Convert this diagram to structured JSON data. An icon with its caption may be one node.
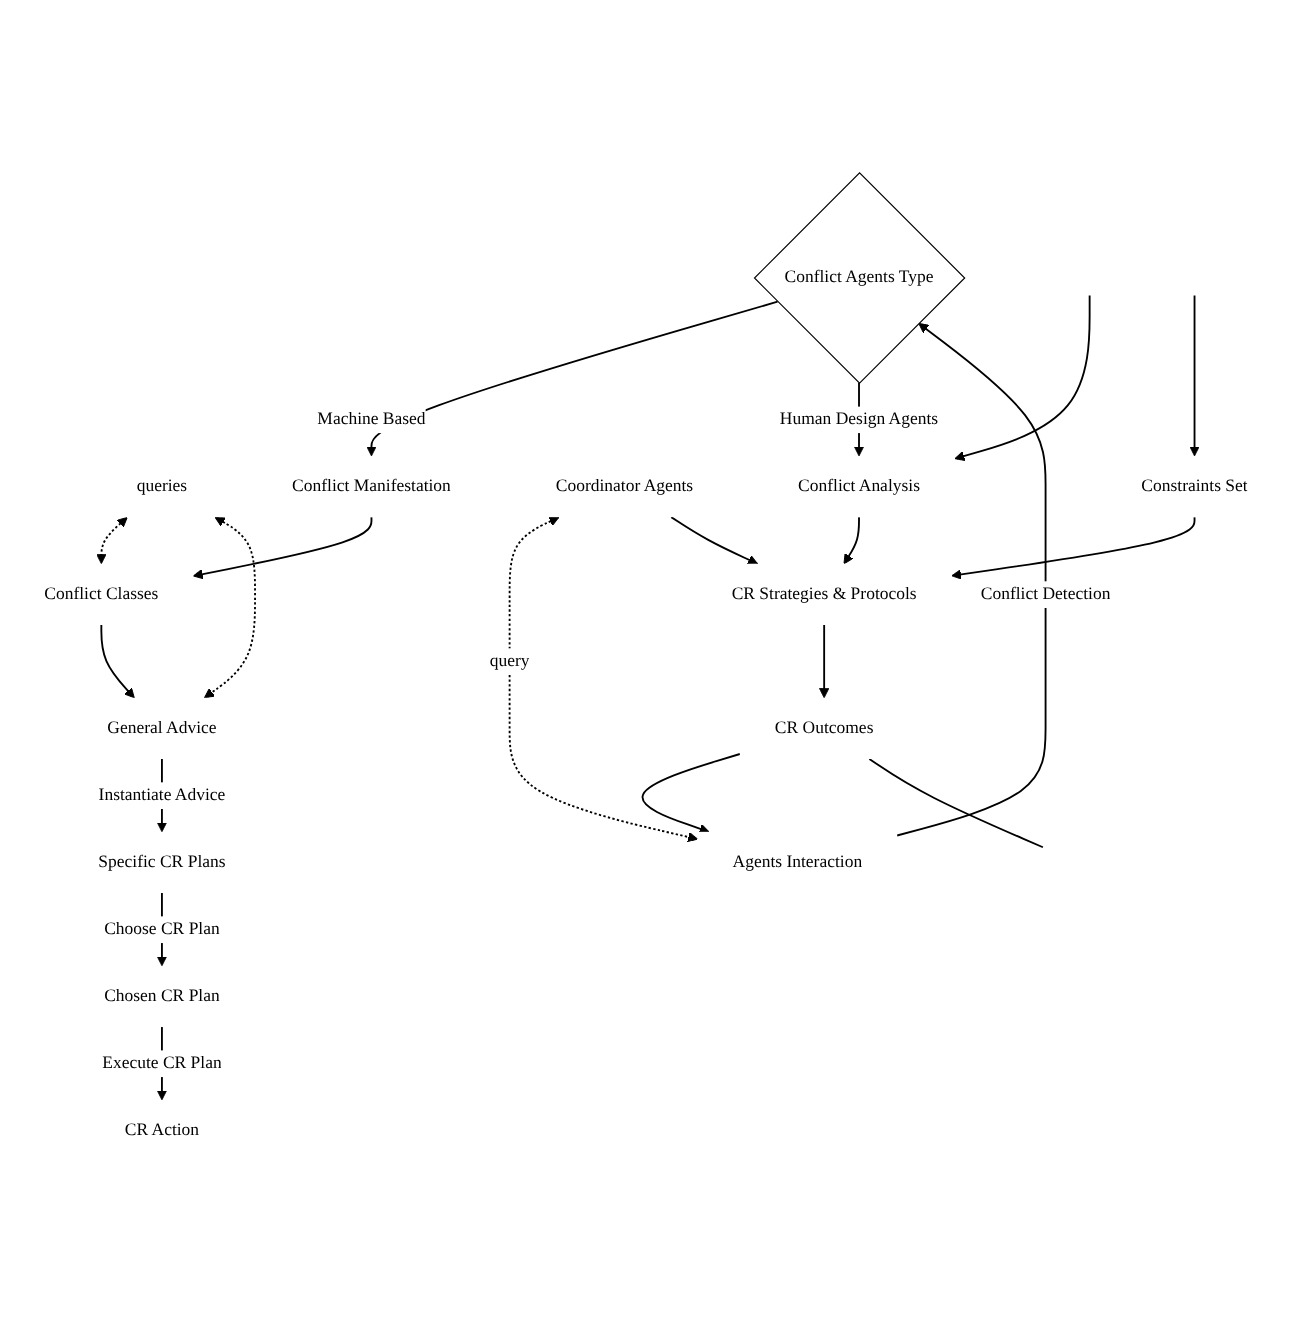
{
  "diagram": {
    "nodes": [
      {
        "text": [
          "Conflict Classes"
        ]
      },
      {
        "text": [
          "General Advice"
        ]
      },
      {
        "text": [
          "queries"
        ]
      },
      {
        "text": [
          "Specific CR Plans"
        ]
      },
      {
        "text": [
          "Chosen CR Plan"
        ]
      },
      {
        "text": [
          "CR Action"
        ]
      },
      {
        "text": [
          "Conflict Manifestation"
        ]
      },
      {
        "text": [
          "Conflict Agents Type"
        ]
      },
      {
        "text": [
          "Agents Interaction"
        ]
      },
      {
        "text": [
          "Coordinator Agents"
        ]
      },
      {
        "text": [
          "Conflict Analysis"
        ]
      },
      {
        "text": [
          "CR Strategies & Protocols"
        ]
      },
      {
        "text": [
          "CR Outcomes"
        ]
      },
      {
        "text": [
          "Constraints Set"
        ]
      }
    ],
    "edges": [
      {
        "from": 0,
        "to": 1,
        "arrow": "to"
      },
      {
        "from": 2,
        "to": 0,
        "arrow": "both",
        "style": "dashed"
      },
      {
        "from": 2,
        "to": 1,
        "arrow": "both",
        "style": "dashed"
      },
      {
        "from": 1,
        "to": 3,
        "arrow": "to",
        "label": "Instantiate Advice"
      },
      {
        "from": 3,
        "to": 4,
        "arrow": "to",
        "label": "Choose CR Plan"
      },
      {
        "from": 4,
        "to": 5,
        "arrow": "to",
        "label": "Execute CR Plan"
      },
      {
        "from": 6,
        "to": 0,
        "arrow": "to"
      },
      {
        "from": 7,
        "to": 6,
        "arrow": "to",
        "label": "Machine Based"
      },
      {
        "from": 8,
        "to": 7,
        "arrow": "to",
        "label": "Conflict Detection"
      },
      {
        "from": 9,
        "to": 8,
        "arrow": "both",
        "style": "dashed",
        "label": "query"
      },
      {
        "from": 7,
        "to": 10,
        "arrow": "to",
        "label": "Human Design Agents"
      },
      {
        "from": 10,
        "to": 11,
        "arrow": "to"
      },
      {
        "from": 9,
        "to": 11,
        "arrow": "to"
      },
      {
        "from": 13,
        "to": 11,
        "arrow": "to"
      },
      {
        "from": 11,
        "to": 12,
        "arrow": "to"
      },
      {
        "from": 12,
        "to": 8,
        "arrow": "to"
      },
      {
        "from": null,
        "to": 10,
        "arrow": "to"
      },
      {
        "from": null,
        "to": 13,
        "arrow": "to"
      },
      {
        "from": 12,
        "to": null,
        "arrow": "none"
      }
    ]
  }
}
